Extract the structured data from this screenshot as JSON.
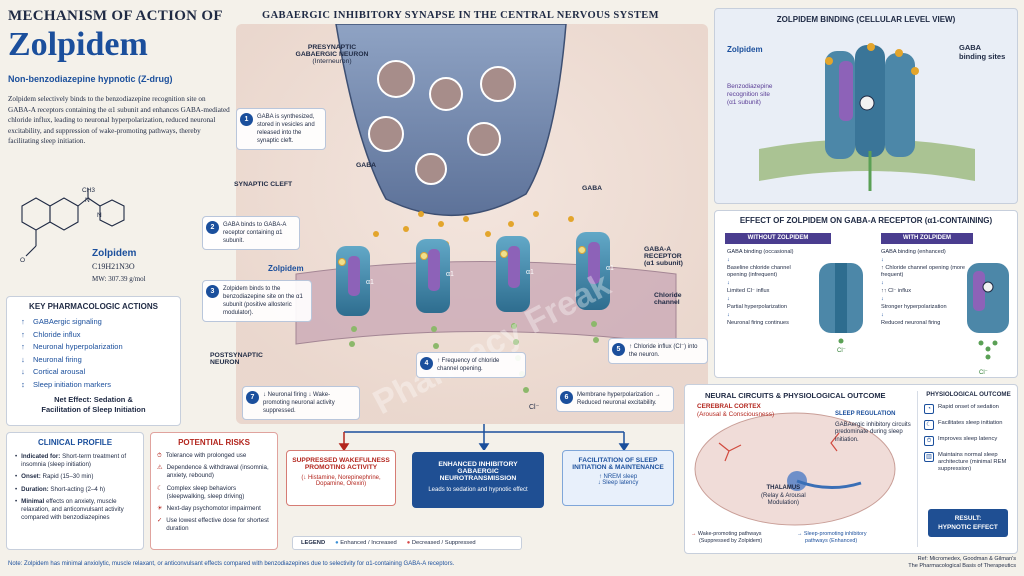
{
  "left": {
    "moa_title": "MECHANISM OF ACTION OF",
    "drug_name": "Zolpidem",
    "subtitle": "Non-benzodiazepine hypnotic (Z-drug)",
    "description": "Zolpidem selectively binds to the benzodiazepine recognition site on GABA-A receptors containing the α1 subunit and enhances GABA-mediated chloride influx, leading to neuronal hyperpolarization, reduced neuronal excitability, and suppression of wake-promoting pathways, thereby facilitating sleep initiation.",
    "molecule": {
      "name": "Zolpidem",
      "formula": "C19H21N3O",
      "mw": "MW: 307.39 g/mol",
      "atom_ch3": "CH3",
      "atom_n1": "N",
      "atom_n2": "N",
      "atom_o": "O"
    }
  },
  "key_actions": {
    "title": "KEY PHARMACOLOGIC ACTIONS",
    "items": [
      {
        "arrow": "↑",
        "text": "GABAergic signaling"
      },
      {
        "arrow": "↑",
        "text": "Chloride influx"
      },
      {
        "arrow": "↑",
        "text": "Neuronal hyperpolarization"
      },
      {
        "arrow": "↓",
        "text": "Neuronal firing"
      },
      {
        "arrow": "↓",
        "text": "Cortical arousal"
      },
      {
        "arrow": "↕",
        "text": "Sleep initiation markers"
      }
    ],
    "net_effect_1": "Net Effect: Sedation &",
    "net_effect_2": "Facilitation of Sleep Initiation"
  },
  "clinical_profile": {
    "title": "CLINICAL PROFILE",
    "items": [
      {
        "label": "Indicated for:",
        "text": "Short-term treatment of insomnia (sleep initiation)"
      },
      {
        "label": "Onset:",
        "text": "Rapid (15–30 min)"
      },
      {
        "label": "Duration:",
        "text": "Short-acting (2–4 h)"
      },
      {
        "label": "Minimal",
        "text": "effects on anxiety, muscle relaxation, and anticonvulsant activity compared with benzodiazepines"
      }
    ]
  },
  "potential_risks": {
    "title": "POTENTIAL RISKS",
    "items": [
      {
        "icon": "⏱",
        "text": "Tolerance with prolonged use"
      },
      {
        "icon": "⚠",
        "text": "Dependence & withdrawal (insomnia, anxiety, rebound)"
      },
      {
        "icon": "☾",
        "text": "Complex sleep behaviors (sleepwalking, sleep driving)"
      },
      {
        "icon": "☀",
        "text": "Next-day psychomotor impairment"
      },
      {
        "icon": "✓",
        "text": "Use lowest effective dose for shortest duration"
      }
    ]
  },
  "synapse": {
    "title": "GABAERGIC INHIBITORY SYNAPSE IN THE CENTRAL NERVOUS SYSTEM",
    "presynaptic_1": "PRESYNAPTIC",
    "presynaptic_2": "GABAERGIC NEURON",
    "presynaptic_3": "(Interneuron)",
    "gaba_label": "GABA",
    "gaba_label_2": "GABA",
    "synaptic_cleft": "SYNAPTIC CLEFT",
    "zolpidem_label": "Zolpidem",
    "alpha": "α1",
    "receptor_1": "GABA-A",
    "receptor_2": "RECEPTOR",
    "receptor_3": "(α1 subunit)",
    "chloride_1": "Chloride",
    "chloride_2": "channel",
    "postsynaptic_1": "POSTSYNAPTIC",
    "postsynaptic_2": "NEURON",
    "cl_ion": "Cl⁻",
    "watermark": "Pharmacy Freak"
  },
  "steps": [
    {
      "n": "1",
      "text": "GABA is synthesized, stored in vesicles and released into the synaptic cleft."
    },
    {
      "n": "2",
      "text": "GABA binds to GABA-A receptor containing α1 subunit."
    },
    {
      "n": "3",
      "text": "Zolpidem binds to the benzodiazepine site on the α1 subunit (positive allosteric modulator)."
    },
    {
      "n": "4",
      "text": "↑ Frequency of chloride channel opening."
    },
    {
      "n": "5",
      "text": "↑ Chloride influx (Cl⁻) into the neuron."
    },
    {
      "n": "6",
      "text": "Membrane hyperpolarization → Reduced neuronal excitability."
    },
    {
      "n": "7",
      "text": "↓ Neuronal firing ↓ Wake-promoting neuronal activity suppressed."
    }
  ],
  "flow": {
    "suppressed_title": "SUPPRESSED WAKEFULNESS PROMOTING ACTIVITY",
    "suppressed_text": "(↓ Histamine, Norepinephrine, Dopamine, Orexin)",
    "enhanced_title": "ENHANCED INHIBITORY GABAERGIC NEUROTRANSMISSION",
    "enhanced_text": "Leads to sedation and hypnotic effect",
    "facilitation_title": "FACILITATION OF SLEEP INITIATION & MAINTENANCE",
    "facilitation_1": "↑ NREM sleep",
    "facilitation_2": "↓ Sleep latency",
    "legend_title": "LEGEND",
    "legend_enhanced": "Enhanced / Increased",
    "legend_decreased": "Decreased / Suppressed",
    "legend_enhanced_color": "#3a8fd6",
    "legend_decreased_color": "#d64545"
  },
  "binding": {
    "title": "ZOLPIDEM BINDING (CELLULAR LEVEL VIEW)",
    "zolpidem": "Zolpidem",
    "gaba_sites_1": "GABA",
    "gaba_sites_2": "binding sites",
    "bz_site_1": "Benzodiazepine",
    "bz_site_2": "recognition site",
    "bz_site_3": "(α1 subunit)"
  },
  "effect": {
    "title": "EFFECT OF ZOLPIDEM ON GABA-A RECEPTOR (α1-CONTAINING)",
    "without": {
      "header": "WITHOUT ZOLPIDEM",
      "lines": [
        "GABA binding (occasional)",
        "Baseline chloride channel opening (infrequent)",
        "Limited Cl⁻ influx",
        "Partial hyperpolarization",
        "Neuronal firing continues"
      ]
    },
    "with": {
      "header": "WITH ZOLPIDEM",
      "lines": [
        "GABA binding (enhanced)",
        "↑ Chloride channel opening (more frequent)",
        "↑↑ Cl⁻ influx",
        "Stronger hyperpolarization",
        "Reduced neuronal firing"
      ]
    },
    "cl_without": "Cl⁻",
    "cl_with": "Cl⁻"
  },
  "circuits": {
    "title": "NEURAL CIRCUITS & PHYSIOLOGICAL OUTCOME",
    "cortex_1": "CEREBRAL CORTEX",
    "cortex_2": "(Arousal & Consciousness)",
    "sleep_reg_title": "SLEEP REGULATION",
    "sleep_reg_text": "GABAergic inhibitory circuits predominate during sleep initiation.",
    "thalamus_1": "THALAMUS",
    "thalamus_2": "(Relay & Arousal",
    "thalamus_3": "Modulation)",
    "wake_path_1": "Wake-promoting pathways",
    "wake_path_2": "(Suppressed by Zolpidem)",
    "sleep_path_1": "Sleep-promoting inhibitory",
    "sleep_path_2": "pathways (Enhanced)",
    "outcome_title": "PHYSIOLOGICAL OUTCOME",
    "outcomes": [
      {
        "icon": "◔",
        "text": "Rapid onset of sedation"
      },
      {
        "icon": "☾",
        "text": "Facilitates sleep initiation"
      },
      {
        "icon": "⏱",
        "text": "Improves sleep latency"
      },
      {
        "icon": "▥",
        "text": "Maintains normal sleep architecture (minimal REM suppression)"
      }
    ],
    "result_1": "RESULT:",
    "result_2": "HYPNOTIC EFFECT"
  },
  "footer": {
    "note": "Note: Zolpidem has minimal anxiolytic, muscle relaxant, or anticonvulsant effects compared with benzodiazepines due to selectivity for α1-containing GABA-A receptors.",
    "ref_1": "Ref: Micromedex, Goodman & Gilman's",
    "ref_2": "The Pharmacological Basis of Therapeutics"
  }
}
